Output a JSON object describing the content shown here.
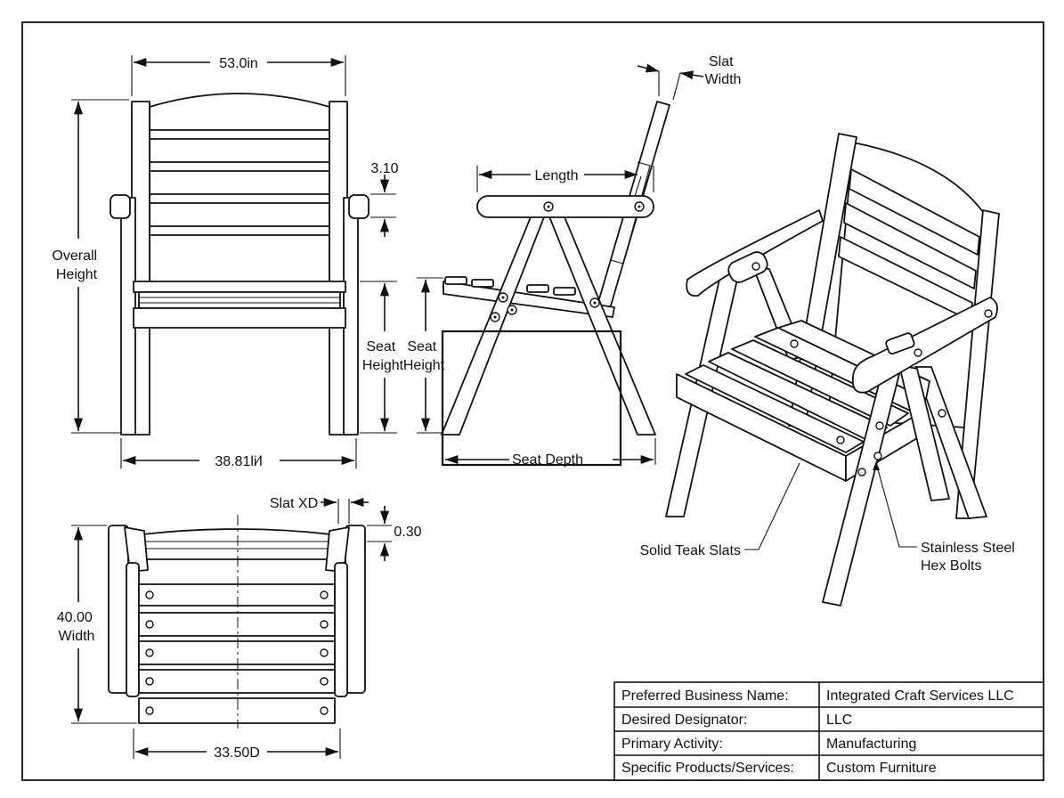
{
  "front_view": {
    "top_width": "53.0in",
    "overall_height": [
      "Overall",
      "Height"
    ],
    "slat_gap": "3.10",
    "seat_height": [
      "Seat",
      "Height"
    ],
    "bottom_width": "38.81li⁄l"
  },
  "side_view": {
    "slat_width": [
      "Slat",
      "Width"
    ],
    "length": "Length",
    "seat_height": [
      "Seat",
      "Height"
    ],
    "seat_depth": "Seat Depth"
  },
  "top_view": {
    "slat_xd": "Slat XD",
    "slat_thickness": "0.30",
    "width": [
      "40.00",
      "Width"
    ],
    "bottom_width": "33.50D"
  },
  "iso_view": {
    "slats_callout": "Solid Teak Slats",
    "bolts_callout": [
      "Stainless Steel",
      "Hex Bolts"
    ]
  },
  "title_block": {
    "rows": [
      {
        "label": "Preferred Business Name:",
        "value": "Integrated Craft Services LLC"
      },
      {
        "label": "Desired Designator:",
        "value": "LLC"
      },
      {
        "label": "Primary Activity:",
        "value": "Manufacturing"
      },
      {
        "label": "Specific Products/Services:",
        "value": "Custom Furniture"
      }
    ]
  }
}
